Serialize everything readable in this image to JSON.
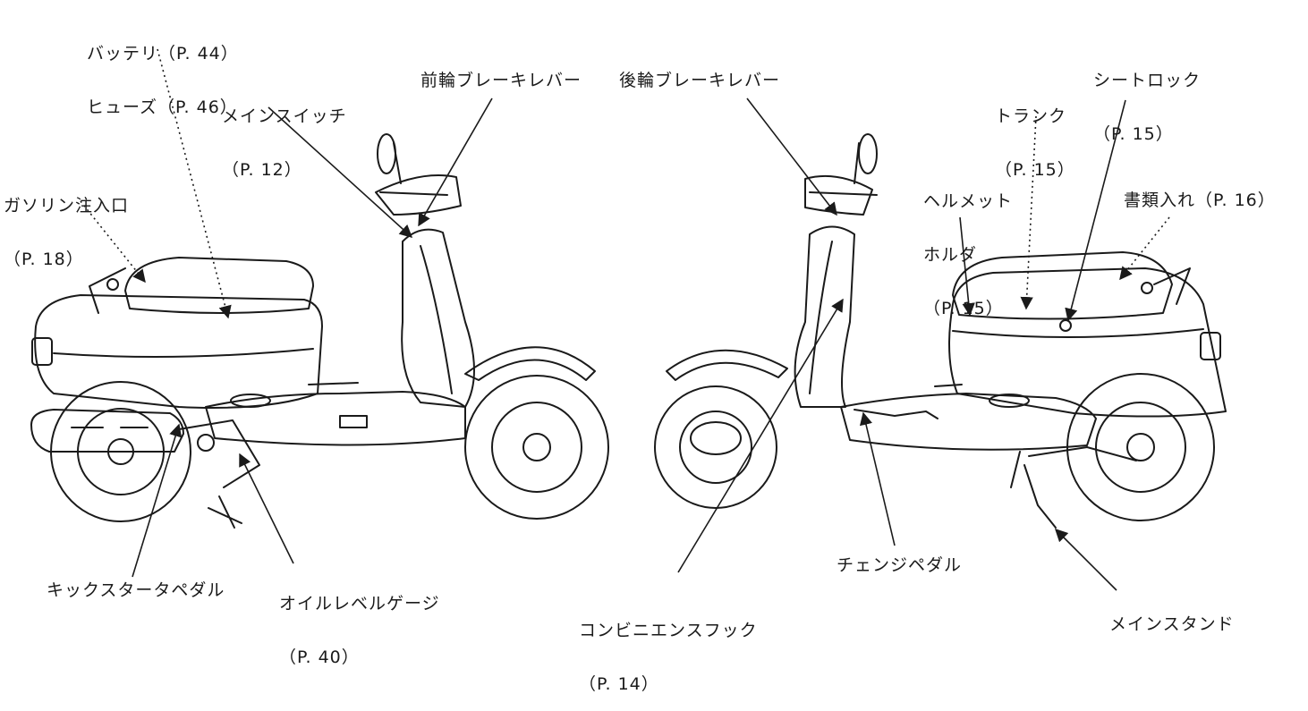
{
  "colors": {
    "ink": "#1a1a1a",
    "background": "#ffffff"
  },
  "labels": {
    "battery": "バッテリ（P. 44）",
    "fuse": "ヒューズ（P. 46）",
    "main_switch": "メインスイッチ",
    "main_switch_page": "（P. 12）",
    "front_brake_lever": "前輪ブレーキレバー",
    "rear_brake_lever": "後輪ブレーキレバー",
    "seat_lock": "シートロック",
    "seat_lock_page": "（P. 15）",
    "trunk": "トランク",
    "trunk_page": "（P. 15）",
    "fuel_filler": "ガソリン注入口",
    "fuel_filler_page": "（P. 18）",
    "helmet_holder_1": "ヘルメット",
    "helmet_holder_2": "ホルダ",
    "helmet_holder_page": "（P. 15）",
    "document_box": "書類入れ（P. 16）",
    "kick_starter_pedal": "キックスタータペダル",
    "oil_level_gauge": "オイルレベルゲージ",
    "oil_level_gauge_page": "（P. 40）",
    "convenience_hook": "コンビニエンスフック",
    "convenience_hook_page": "（P. 14）",
    "change_pedal": "チェンジペダル",
    "main_stand": "メインスタンド"
  }
}
